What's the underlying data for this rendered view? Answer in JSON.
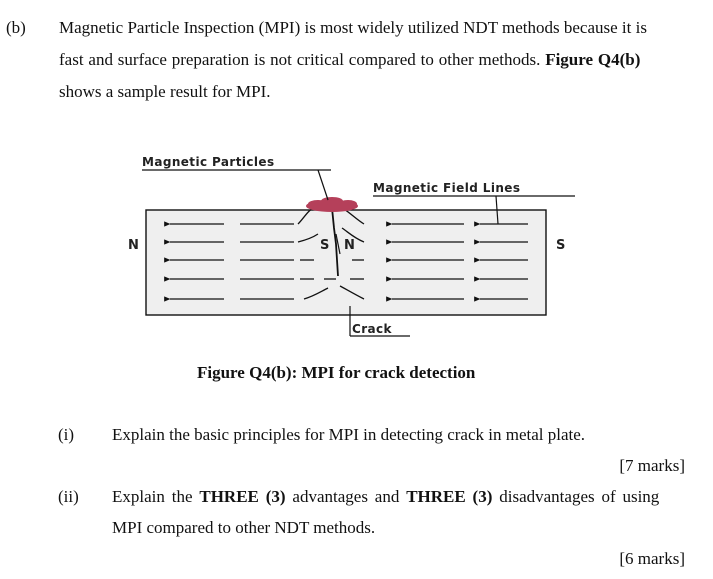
{
  "part_label": "(b)",
  "intro": {
    "line1": "Magnetic Particle Inspection (MPI) is most widely utilized NDT methods because it is",
    "line2_pre": "fast and surface preparation is not critical compared to other methods. ",
    "line2_bold": "Figure Q4(b)",
    "line3": "shows a sample result for MPI."
  },
  "figure": {
    "label_particles": "Magnetic Particles",
    "label_field_lines": "Magnetic Field Lines",
    "pole_left": "N",
    "pole_right": "S",
    "crack_pole_s": "S",
    "crack_pole_n": "N",
    "label_crack": "Crack",
    "colors": {
      "particles": "#b5405a",
      "plate": "#efefef",
      "lines": "#111111"
    }
  },
  "caption": "Figure Q4(b): MPI for crack detection",
  "questions": [
    {
      "number": "(i)",
      "text": "Explain the basic principles for MPI in detecting crack in metal plate.",
      "marks": "[7 marks]"
    },
    {
      "number": "(ii)",
      "text_pre": "Explain the ",
      "bold1": "THREE (3)",
      "text_mid": " advantages and ",
      "bold2": "THREE (3)",
      "text_post": " disadvantages of using",
      "line2": "MPI compared to other NDT methods.",
      "marks": "[6 marks]"
    }
  ]
}
